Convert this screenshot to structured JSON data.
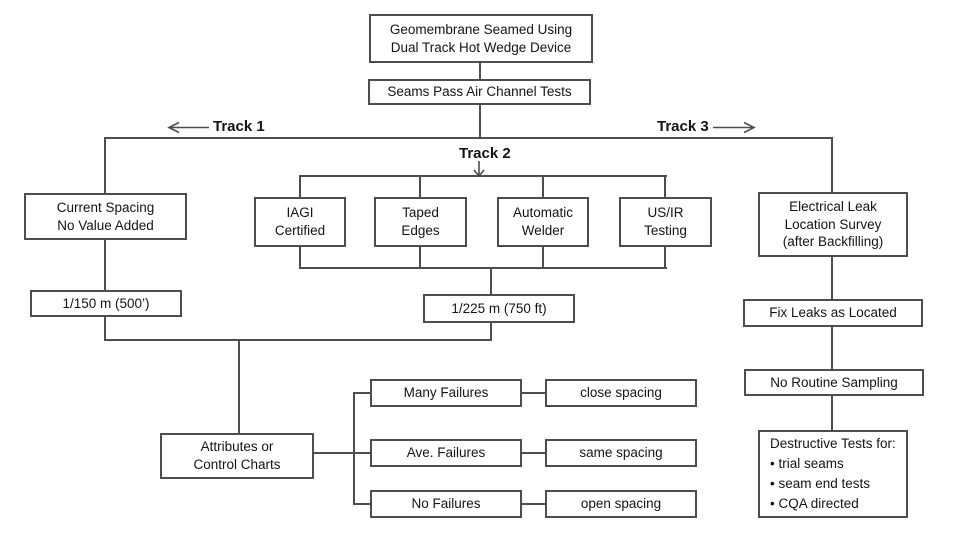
{
  "flowchart": {
    "root": "Geomembrane Seamed Using\nDual Track Hot Wedge Device",
    "air_test": "Seams Pass Air Channel Tests",
    "tracks": {
      "t1": "Track 1",
      "t2": "Track 2",
      "t3": "Track 3"
    },
    "track1": {
      "current_spacing": "Current Spacing\nNo Value Added",
      "spacing": "1/150 m (500’)"
    },
    "track2": {
      "iagi": "IAGI\nCertified",
      "taped_edges": "Taped\nEdges",
      "automatic_welder": "Automatic\nWelder",
      "us_ir": "US/IR\nTesting",
      "spacing": "1/225 m (750 ft)"
    },
    "track3": {
      "leak_survey": "Electrical Leak\nLocation Survey\n(after Backfilling)",
      "fix_leaks": "Fix Leaks as Located",
      "no_routine_sampling": "No Routine Sampling",
      "destructive_tests": "Destructive Tests for:\n• trial seams\n• seam end tests\n• CQA directed"
    },
    "charts": {
      "attributes": "Attributes or\nControl Charts",
      "many_failures": "Many Failures",
      "ave_failures": "Ave. Failures",
      "no_failures": "No Failures",
      "close_spacing": "close spacing",
      "same_spacing": "same spacing",
      "open_spacing": "open spacing"
    }
  },
  "colors": {
    "line": "#4d4d4d",
    "border": "#4d4d4d",
    "text": "#141414",
    "background": "#ffffff"
  }
}
